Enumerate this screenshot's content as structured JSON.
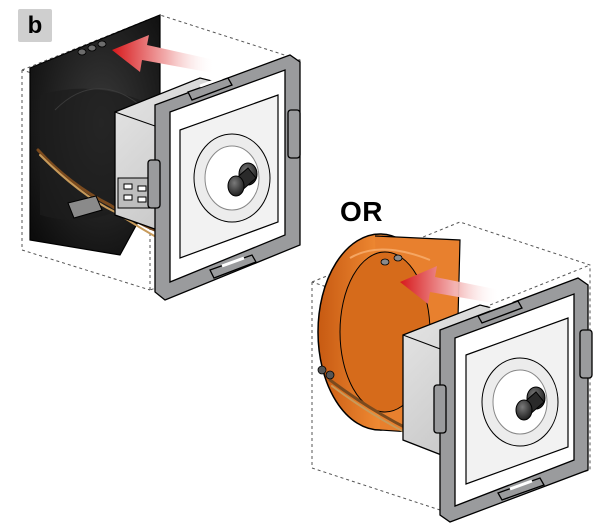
{
  "step_label": "b",
  "separator_label": "OR",
  "colors": {
    "badge_bg": "#cfcfcf",
    "arrow_red": "#d7191c",
    "orange_box": "#e8802e",
    "dark_cavity": "#141414",
    "frame_gray": "#9a9b9d",
    "switch_white": "#f2f2f2"
  },
  "panels": [
    {
      "name": "wall-cavity-installation",
      "arrow_icon": "push-arrow-icon"
    },
    {
      "name": "flush-box-installation",
      "arrow_icon": "push-arrow-icon"
    }
  ]
}
